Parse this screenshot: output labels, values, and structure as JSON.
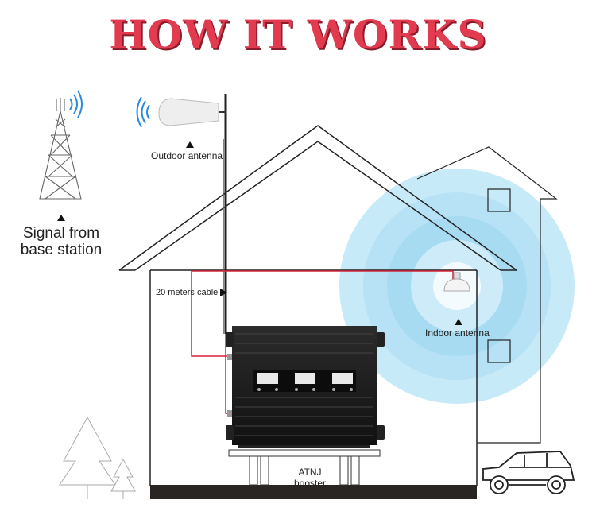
{
  "title": "HOW IT WORKS",
  "labels": {
    "signal_line1": "Signal from",
    "signal_line2": "base station",
    "outdoor_antenna": "Outdoor antenna",
    "cable": "20 meters cable",
    "indoor_antenna": "Indoor antenna",
    "booster_line1": "ATNJ",
    "booster_line2": "booster"
  },
  "colors": {
    "title": "#e23a4e",
    "cable": "#d8243a",
    "signal_waves": "#2a8bd8",
    "coverage": "#bfe6f6",
    "booster_body": "#1b1b1b"
  },
  "icons": [
    "tower-icon",
    "signal-wave-icon",
    "outdoor-antenna-icon",
    "indoor-antenna-icon",
    "booster-icon",
    "car-icon",
    "tree-icon"
  ]
}
